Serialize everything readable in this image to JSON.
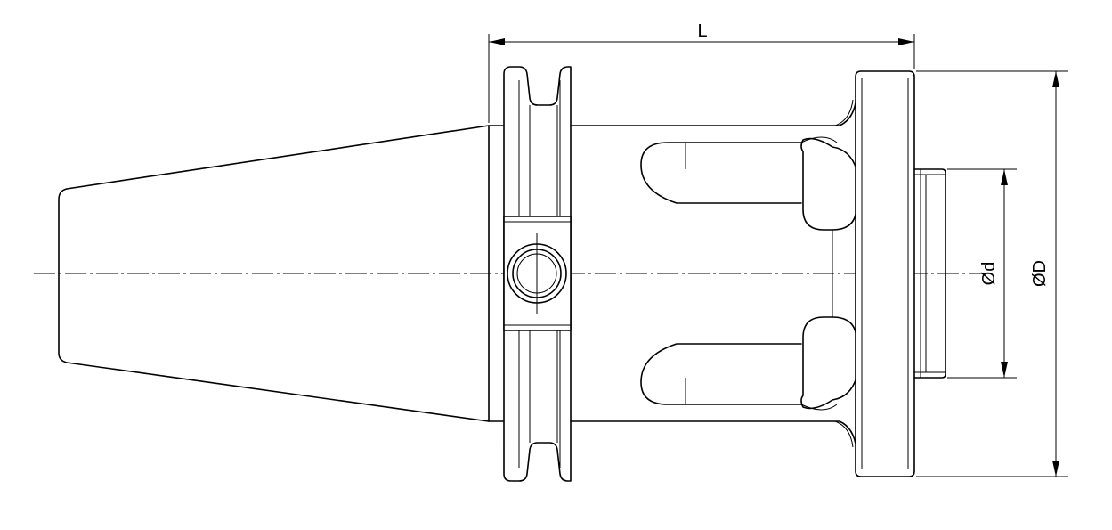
{
  "labels": {
    "length": "L",
    "bore_diameter": "Ød",
    "flange_diameter": "ØD"
  },
  "colors": {
    "line": "#000000",
    "background": "#ffffff"
  }
}
